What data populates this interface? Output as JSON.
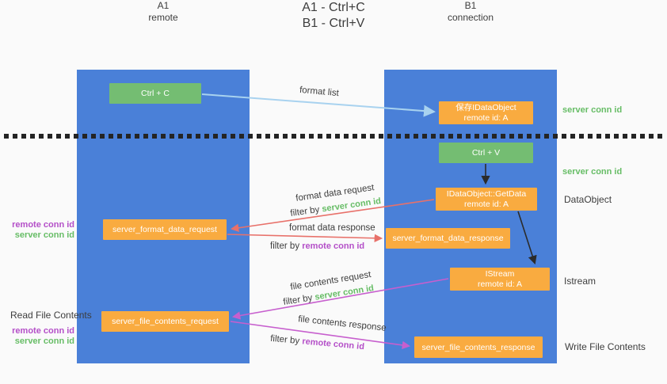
{
  "title": {
    "line1": "A1 - Ctrl+C",
    "line2": "B1 - Ctrl+V"
  },
  "columns": {
    "left": {
      "name": "A1",
      "subtitle": "remote"
    },
    "right": {
      "name": "B1",
      "subtitle": "connection"
    }
  },
  "nodes": {
    "ctrl_c": {
      "label": "Ctrl + C"
    },
    "save_idataobject": {
      "line1": "保存IDataObject",
      "line2": "remote id: A"
    },
    "ctrl_v": {
      "label": "Ctrl + V"
    },
    "getdata": {
      "line1": "IDataObject::GetData",
      "line2": "remote id: A"
    },
    "format_request": {
      "label": "server_format_data_request"
    },
    "format_response": {
      "label": "server_format_data_response"
    },
    "istream": {
      "line1": "IStream",
      "line2": "remote id: A"
    },
    "file_request": {
      "label": "server_file_contents_request"
    },
    "file_response": {
      "label": "server_file_contents_response"
    }
  },
  "edge_labels": {
    "format_list": "format list",
    "format_data_request": "format data request",
    "format_data_response": "format data response",
    "file_contents_request": "file contents request",
    "file_contents_response": "file contents response",
    "filter_by": "filter by",
    "server_conn_id": "server conn id",
    "remote_conn_id": "remote conn id"
  },
  "side_labels": {
    "server_conn_id": "server conn id",
    "remote_conn_id": "remote conn id",
    "dataobject": "DataObject",
    "istream": "Istream",
    "read_file_contents": "Read File Contents",
    "write_file_contents": "Write File Contents"
  },
  "colors": {
    "column_blue": "#4a80d8",
    "box_orange": "#f9ab40",
    "box_green": "#74bd72",
    "arrow_blue": "#a8d2ef",
    "arrow_red": "#e8716a",
    "arrow_purple": "#c75fce",
    "arrow_black": "#2b2b2b",
    "green_text": "#67bd66",
    "purple_text": "#b44fc8"
  }
}
